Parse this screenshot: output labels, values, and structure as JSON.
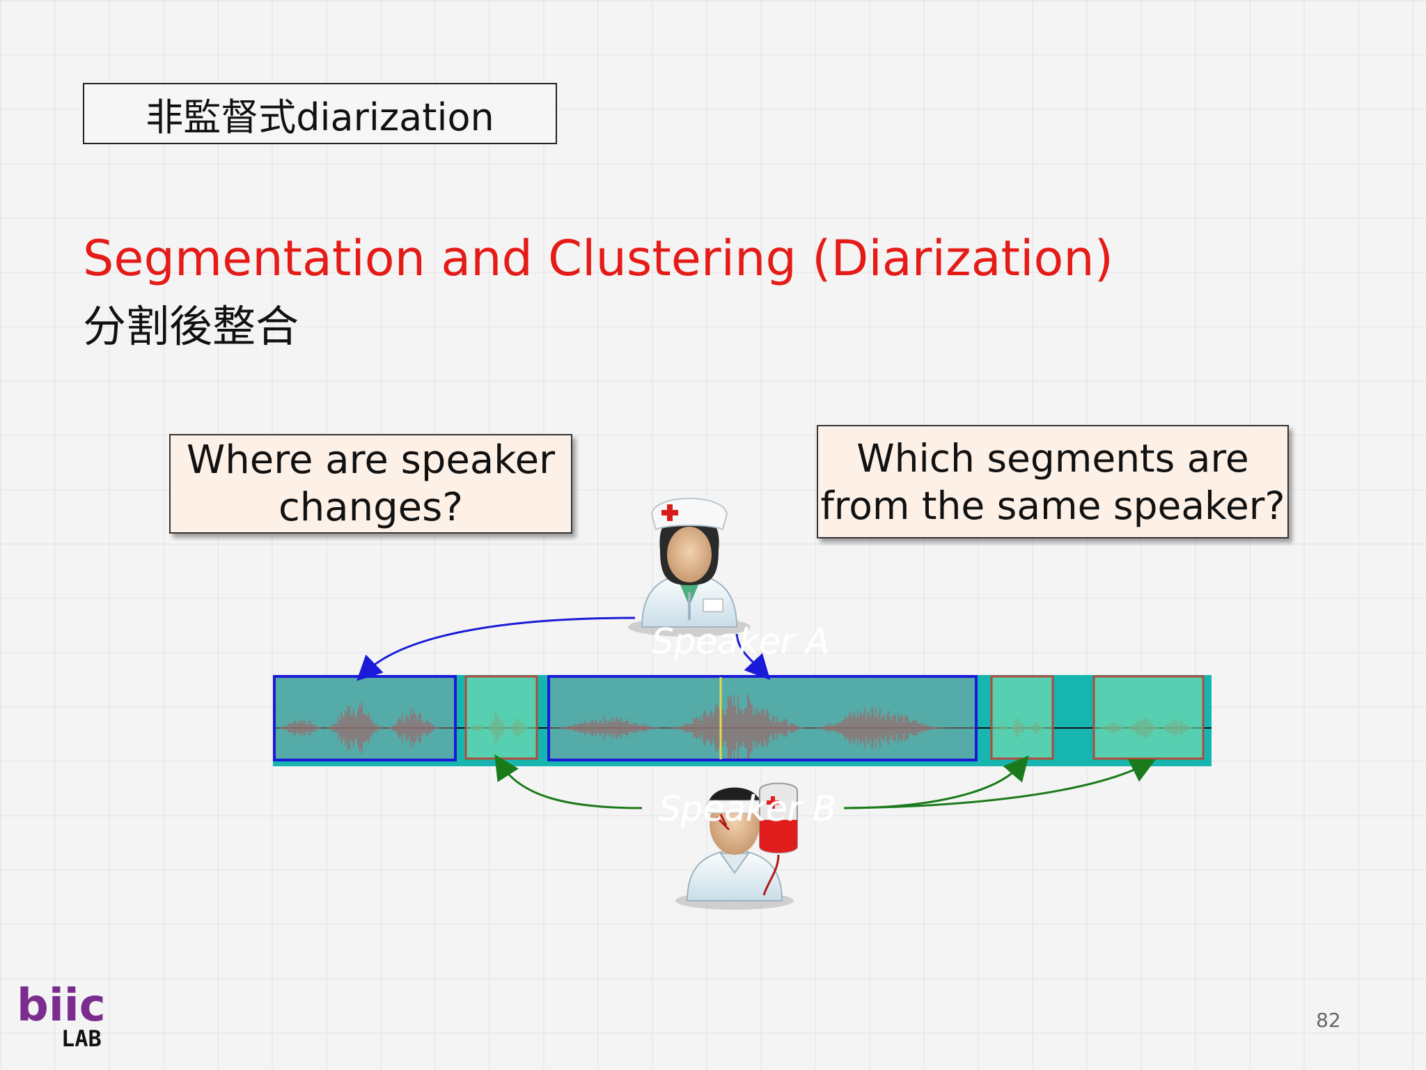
{
  "header": {
    "tag": "非監督式diarization"
  },
  "title": {
    "en": "Segmentation and Clustering (Diarization)",
    "zh": "分割後整合"
  },
  "questions": {
    "left": {
      "line1": "Where are speaker",
      "line2": "changes?"
    },
    "right": {
      "line1": "Which segments are",
      "line2": "from the same speaker?"
    }
  },
  "speakers": {
    "a": "Speaker A",
    "b": "Speaker B"
  },
  "page_number": "82",
  "logo": {
    "top": "biic",
    "bottom": "LAB"
  },
  "colors": {
    "title_red": "#e41b17",
    "speaker_a_blue": "#1a1ad8",
    "speaker_b_green": "#1b7a1b",
    "waveform_bg": "#17b5b0",
    "logo_purple": "#7a2d8e"
  },
  "icons": {
    "speaker_a": "nurse-icon",
    "speaker_b": "injured-patient-icon"
  }
}
